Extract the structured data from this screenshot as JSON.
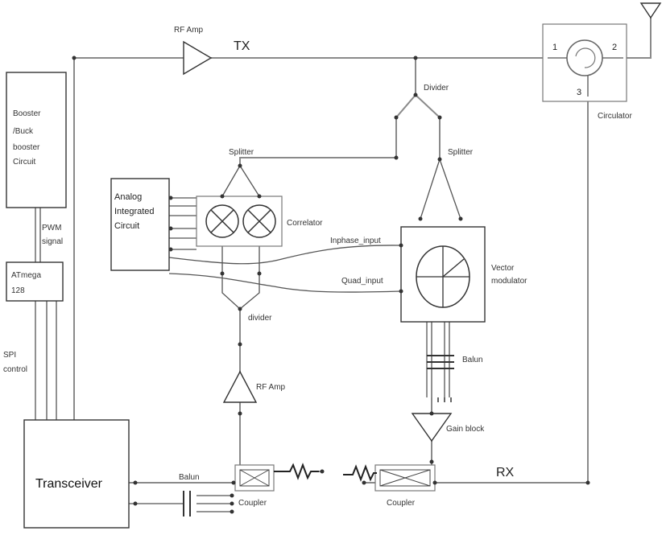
{
  "labels": {
    "rf_amp_tx": "RF Amp",
    "tx": "TX",
    "rx": "RX",
    "divider_top": "Divider",
    "splitter_left": "Splitter",
    "splitter_right": "Splitter",
    "correlator": "Correlator",
    "inphase_input": "Inphase_input",
    "quad_input": "Quad_input",
    "vector_modulator_1": "Vector",
    "vector_modulator_2": "modulator",
    "divider_bottom": "divider",
    "rf_amp_rx": "RF Amp",
    "balun_right": "Balun",
    "gain_block": "Gain block",
    "balun_left": "Balun",
    "coupler_left": "Coupler",
    "coupler_right": "Coupler",
    "circulator": "Circulator",
    "port1": "1",
    "port2": "2",
    "port3": "3",
    "pwm_1": "PWM",
    "pwm_2": "signal",
    "spi_1": "SPI",
    "spi_2": "control",
    "booster_1": "Booster",
    "booster_2": "/Buck",
    "booster_3": "booster",
    "booster_4": "Circuit",
    "aic_1": "Analog",
    "aic_2": "Integrated",
    "aic_3": "Circuit",
    "atmega_1": "ATmega",
    "atmega_2": "128",
    "transceiver": "Transceiver"
  },
  "colors": {
    "wire": "#8a8a8a",
    "line": "#333333"
  }
}
